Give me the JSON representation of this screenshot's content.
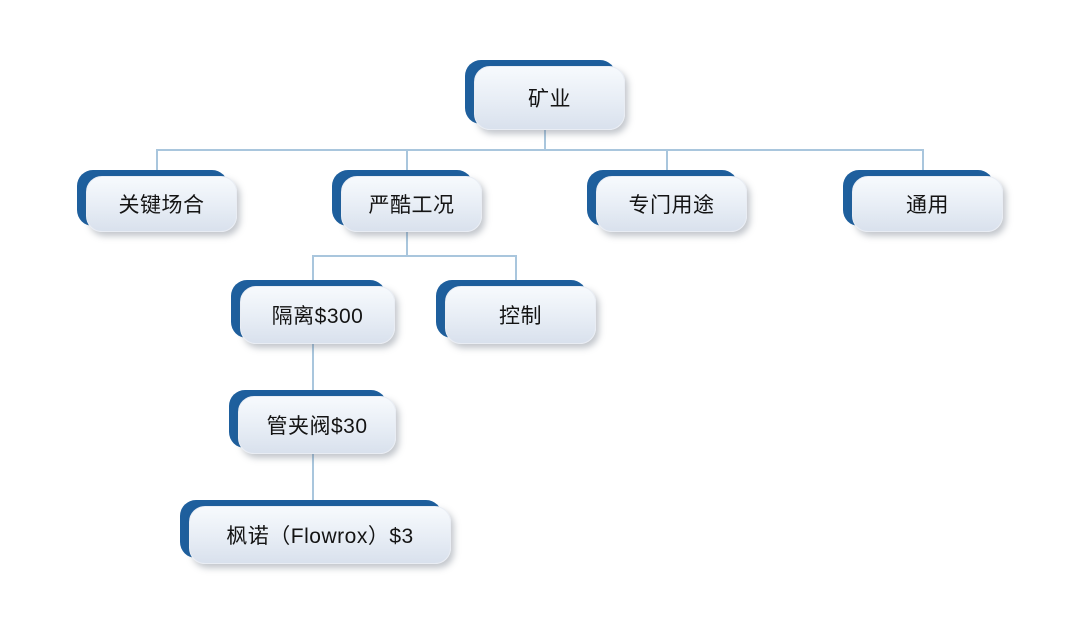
{
  "diagram": {
    "type": "hierarchy-tree",
    "colors": {
      "node_back": "#1e5f9d",
      "node_face_top": "#f7fafd",
      "node_face_bottom": "#d9e1ed",
      "connector": "#a9c6dd",
      "text": "#141414",
      "background": "#ffffff"
    },
    "tree": {
      "label": "矿业",
      "children": [
        {
          "label": "关键场合",
          "children": []
        },
        {
          "label": "严酷工况",
          "children": [
            {
              "label": "隔离$300",
              "children": [
                {
                  "label": "管夹阀$30",
                  "children": [
                    {
                      "label": "枫诺（Flowrox）$3",
                      "children": []
                    }
                  ]
                }
              ]
            },
            {
              "label": "控制",
              "children": []
            }
          ]
        },
        {
          "label": "专门用途",
          "children": []
        },
        {
          "label": "通用",
          "children": []
        }
      ]
    }
  }
}
